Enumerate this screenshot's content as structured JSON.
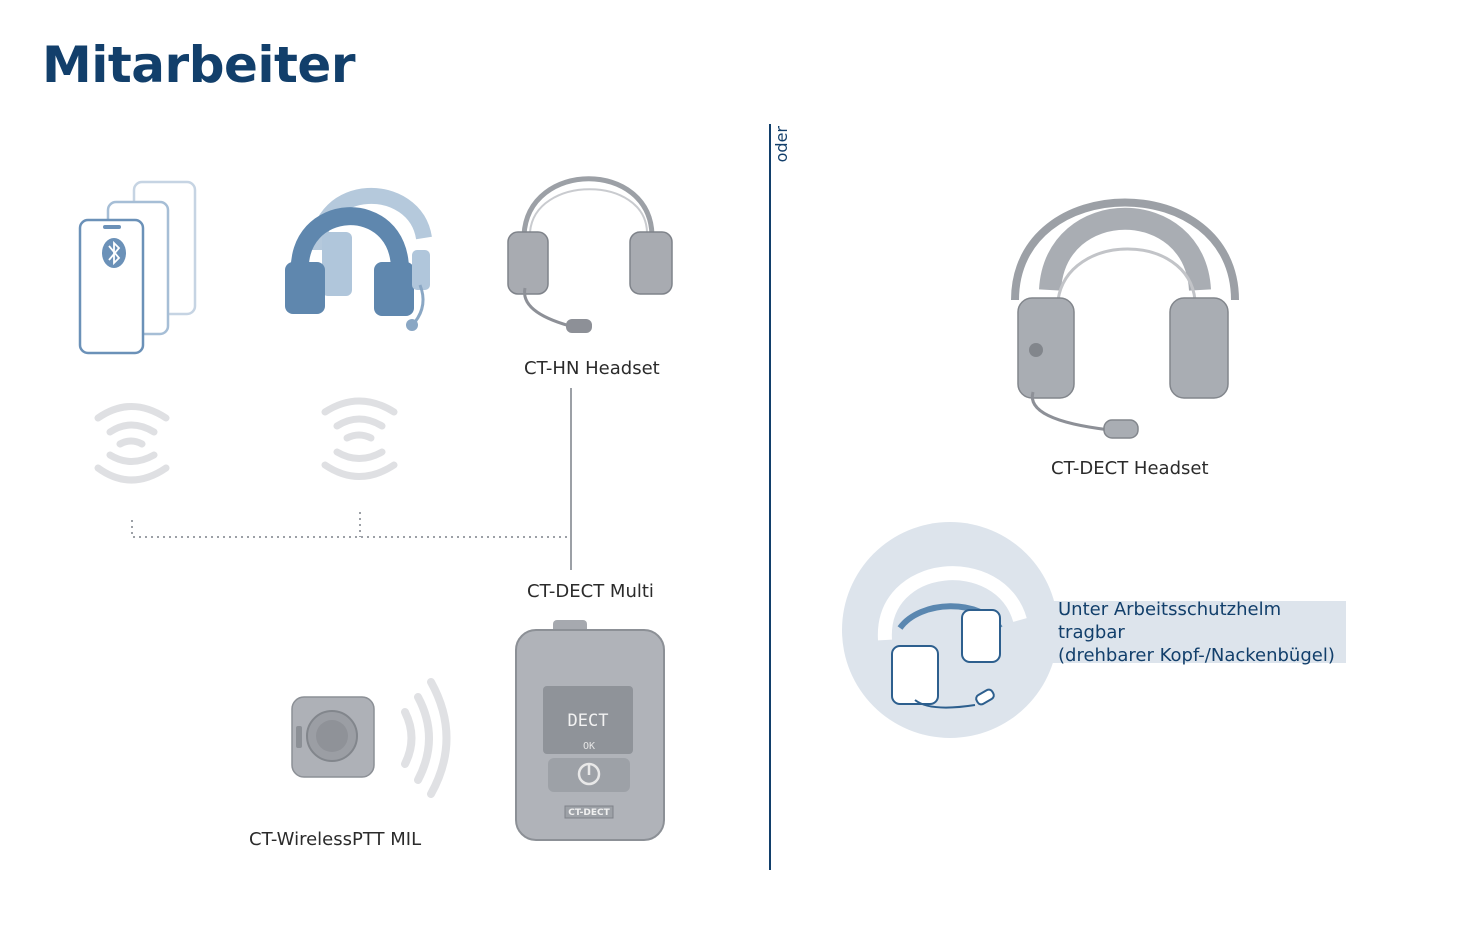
{
  "page": {
    "title": "Mitarbeiter"
  },
  "labels": {
    "ct_hn": "CT-HN Headset",
    "ct_dect_multi": "CT-DECT Multi",
    "ct_wireless_ptt": "CT-WirelessPTT MIL",
    "ct_dect_headset": "CT-DECT Headset",
    "oder": "oder"
  },
  "device_screen": {
    "line1": "DECT",
    "line2": "OK",
    "badge": "CT-DECT"
  },
  "callout": {
    "line1": "Unter Arbeitsschutzhelm tragbar",
    "line2": "(drehbarer Kopf-/Nackenbügel)"
  },
  "colors": {
    "brand": "#123f6b",
    "device_grey": "#a4a7ad",
    "accent_blue": "#5a87b0",
    "light_grey": "#dadbde"
  }
}
